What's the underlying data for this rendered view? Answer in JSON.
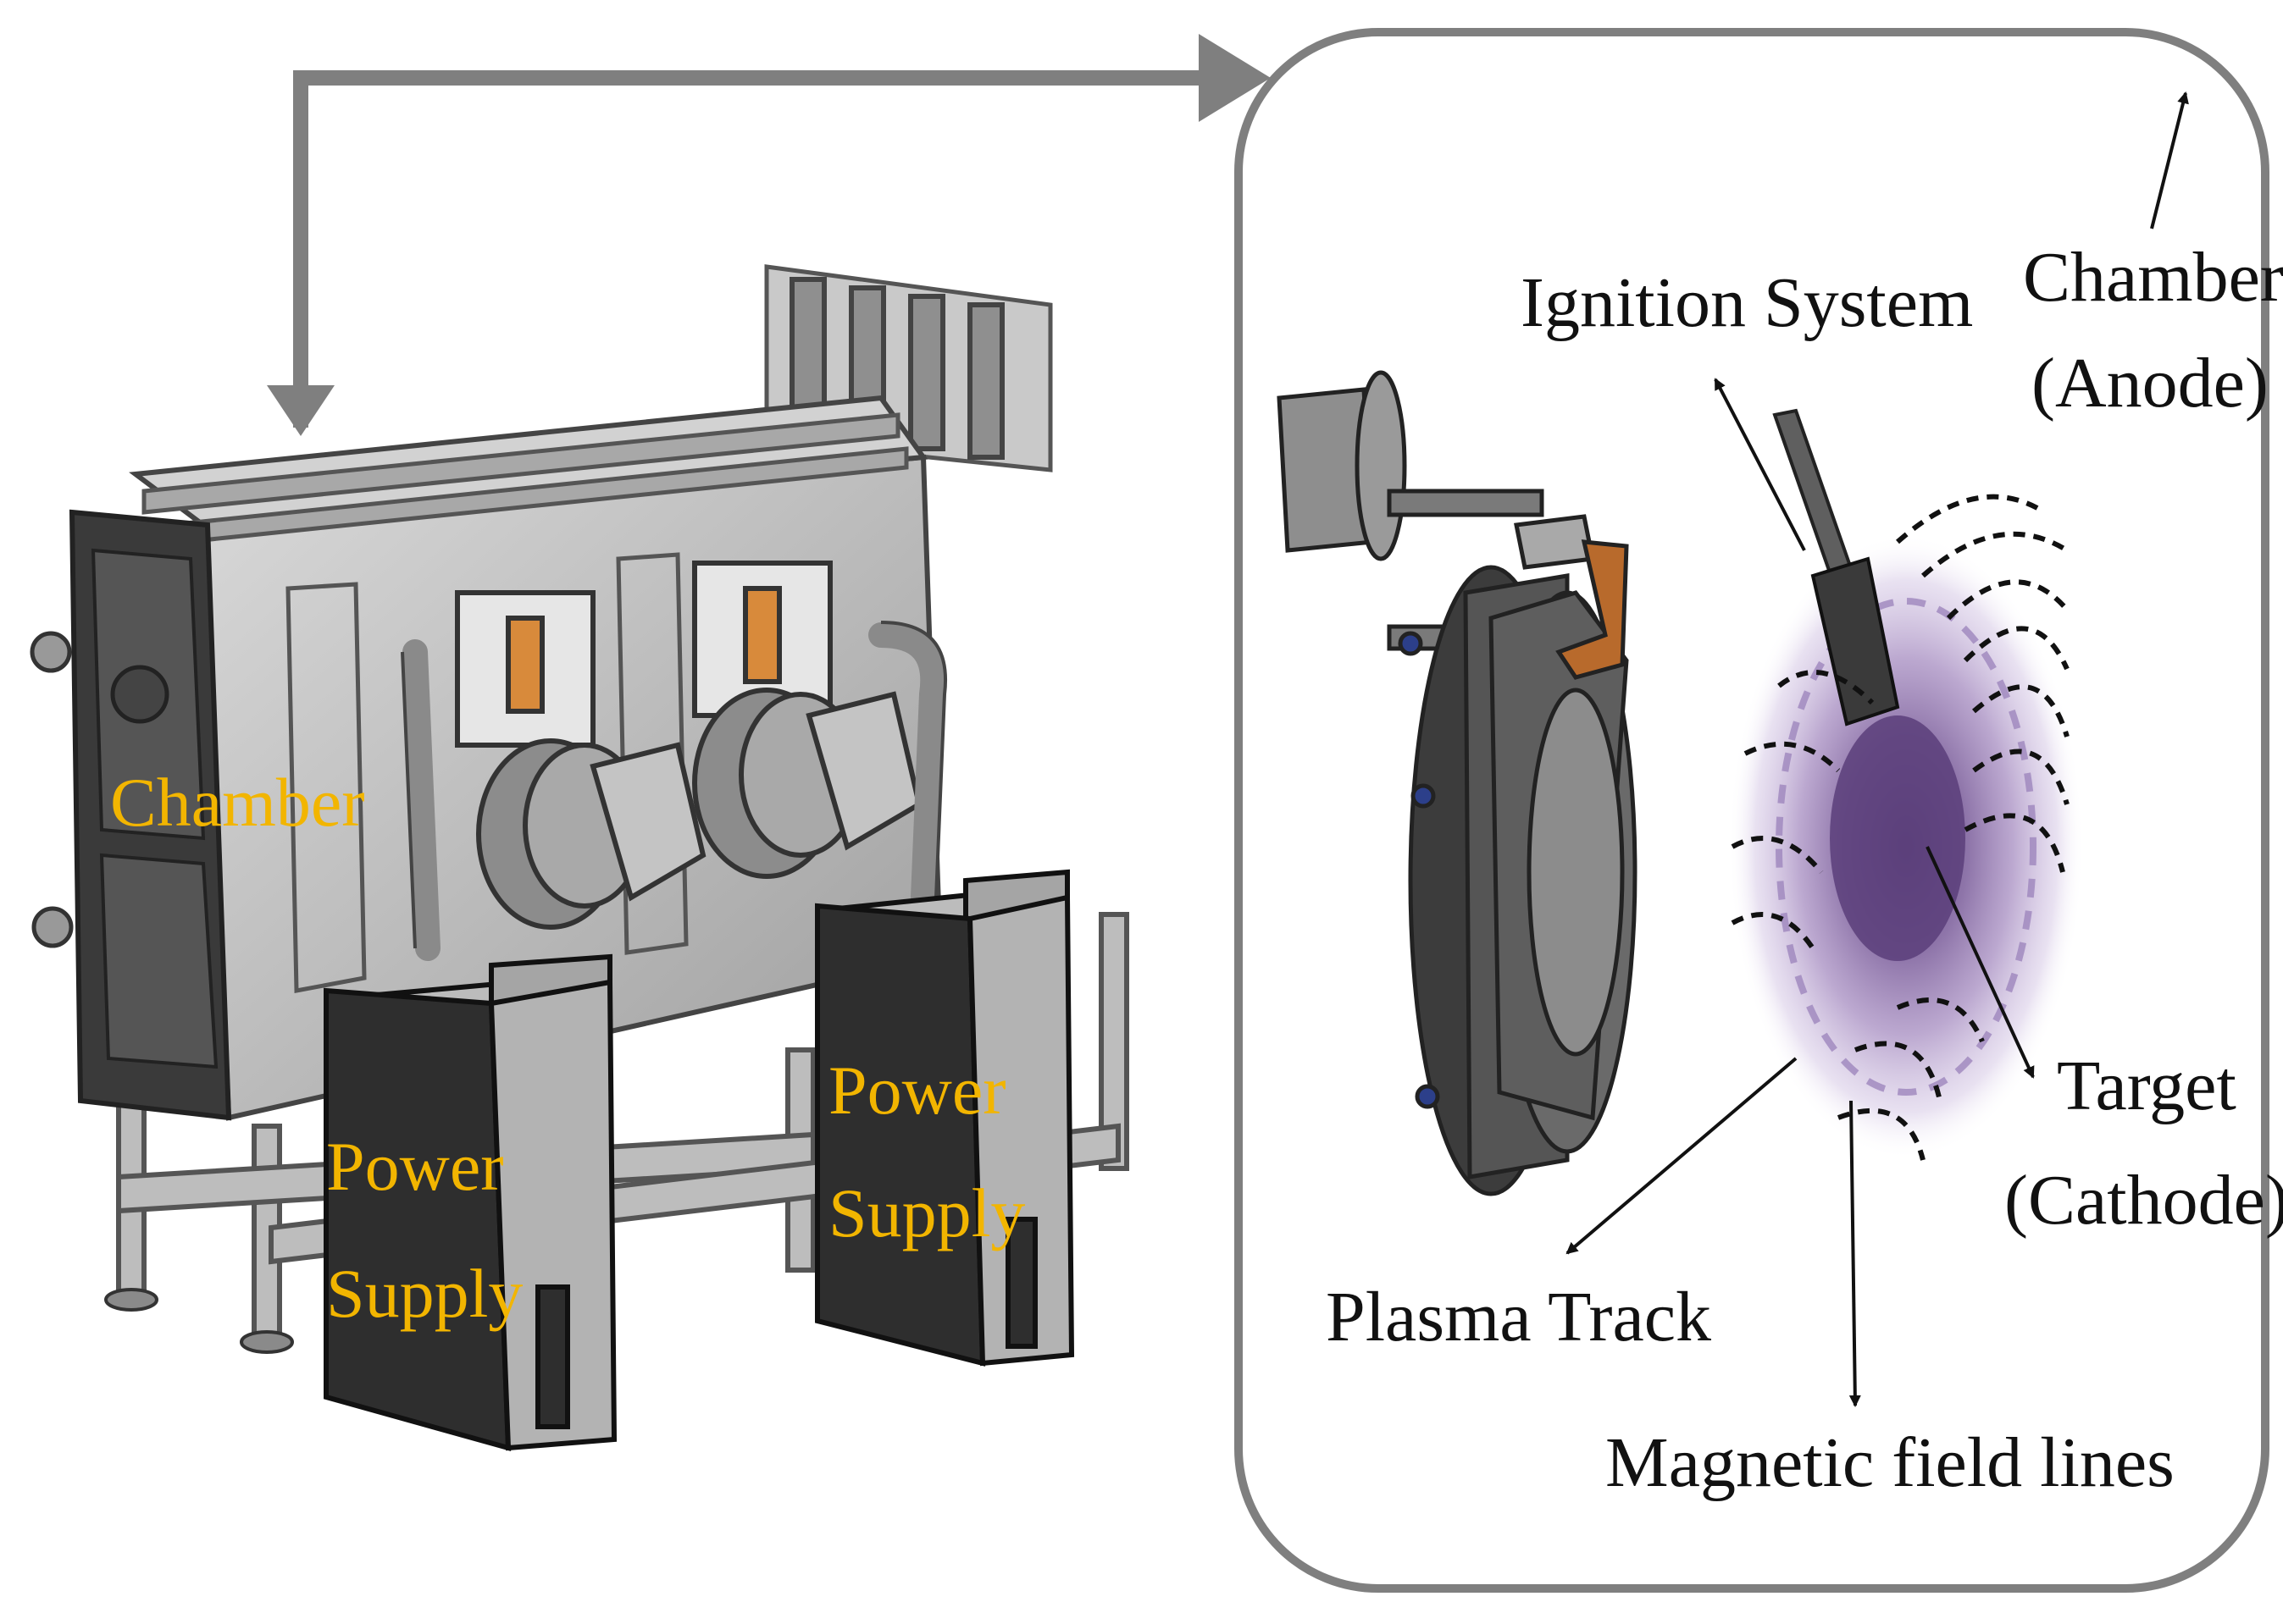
{
  "left_labels": {
    "chamber": "Chamber",
    "power_supply_1": [
      "Power",
      "Supply"
    ],
    "power_supply_2": [
      "Power",
      "Supply"
    ]
  },
  "right_labels": {
    "ignition_system": "Ignition System",
    "chamber_anode": [
      "Chamber",
      "(Anode)"
    ],
    "target_cathode": [
      "Target",
      "(Cathode)"
    ],
    "plasma_track": "Plasma Track",
    "magnetic_field_lines": "Magnetic field lines"
  },
  "colors": {
    "label_yellow": "#f2b500",
    "arrow_gray": "#7f7f7f",
    "plasma_purple": "#8a6aa8",
    "machine_gray": "#b9b9b9",
    "power_supply_dark": "#2e2e2e"
  }
}
